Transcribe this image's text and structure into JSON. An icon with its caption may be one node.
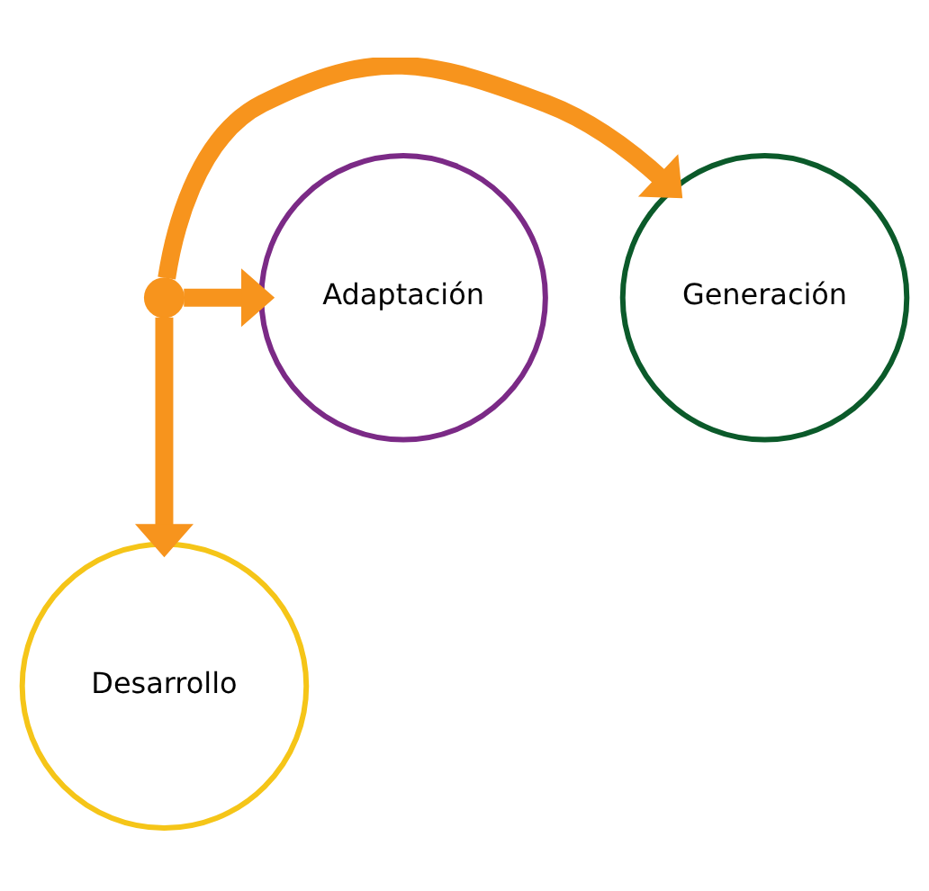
{
  "diagram": {
    "nodes": [
      {
        "text": [
          "Generación"
        ]
      },
      {
        "text": [
          "Adaptación"
        ]
      },
      {
        "text": [
          "Desarrollo"
        ]
      },
      {
        "text": [],
        "shape": "point"
      }
    ],
    "edges": [
      {
        "from": 3,
        "to": 0,
        "arrow": "to"
      },
      {
        "from": 3,
        "to": 1,
        "arrow": "to"
      },
      {
        "from": 3,
        "to": 2,
        "arrow": "to"
      }
    ]
  }
}
